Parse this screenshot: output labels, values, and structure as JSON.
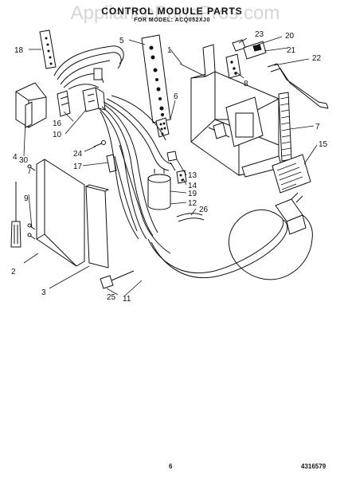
{
  "title": "CONTROL MODULE PARTS",
  "subtitle": "FOR MODEL: ACQ052XJ0",
  "watermark": "AppliancePartsPros.com",
  "page_number": "6",
  "document_number": "4316579",
  "callouts": [
    "1",
    "2",
    "3",
    "4",
    "5",
    "6",
    "7",
    "8",
    "9",
    "10",
    "11",
    "12",
    "13",
    "14",
    "15",
    "16",
    "17",
    "18",
    "19",
    "20",
    "21",
    "22",
    "23",
    "24",
    "25",
    "26",
    "30"
  ]
}
